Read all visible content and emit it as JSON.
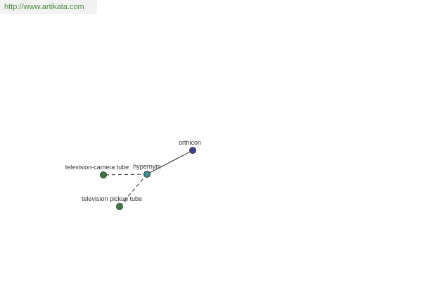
{
  "source_link": {
    "text": "http://www.artikata.com",
    "color": "#4a8a3a"
  },
  "graph": {
    "nodes": [
      {
        "id": "hypernym",
        "label": "hypernym",
        "color": "#3d8a8a"
      },
      {
        "id": "orthicon",
        "label": "orthicon",
        "color": "#3f3f8f"
      },
      {
        "id": "tv-camera-tube",
        "label": "television-camera tube",
        "color": "#3e7a3e"
      },
      {
        "id": "tv-pickup-tube",
        "label": "television pickup tube",
        "color": "#3e7a3e"
      }
    ],
    "edges": [
      {
        "from": "hypernym",
        "to": "orthicon",
        "style": "solid"
      },
      {
        "from": "hypernym",
        "to": "tv-camera-tube",
        "style": "dashed"
      },
      {
        "from": "hypernym",
        "to": "tv-pickup-tube",
        "style": "dashed"
      }
    ]
  }
}
